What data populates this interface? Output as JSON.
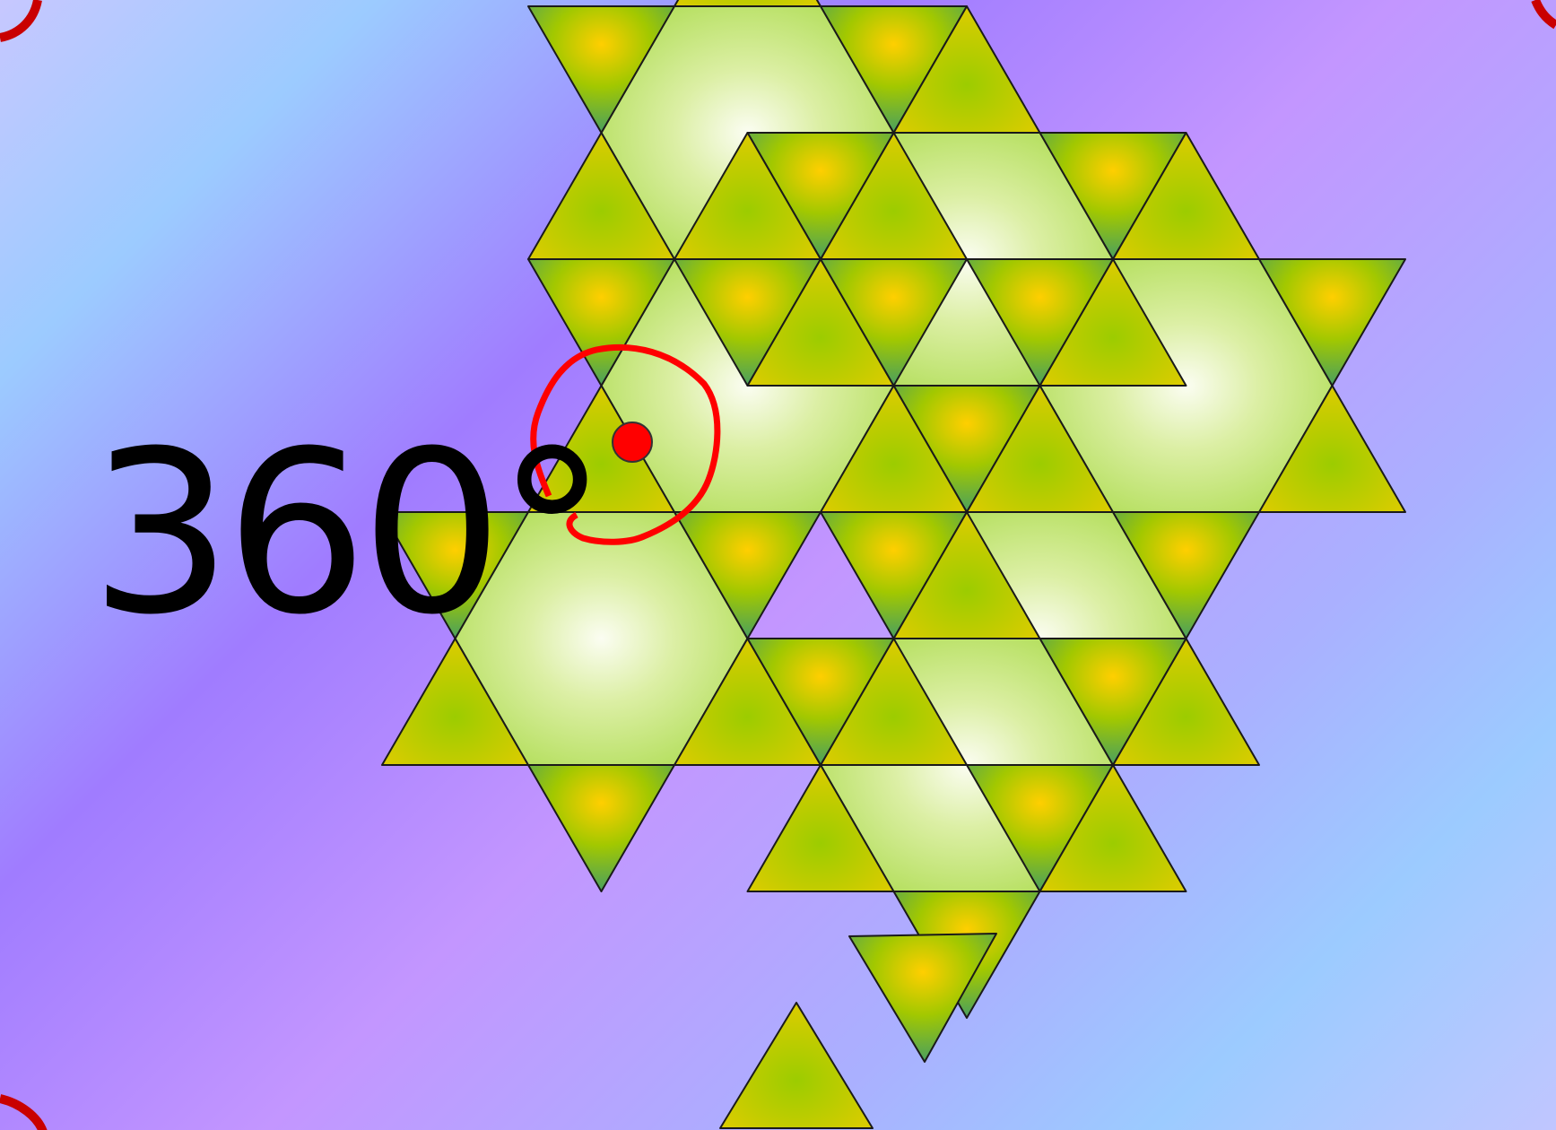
{
  "annotation": {
    "angle_text": "360°"
  },
  "colors": {
    "hexagon_center": "#f7fbe9",
    "hexagon_edge": "#b9e26a",
    "triangle_center_down": "#ffcf00",
    "triangle_mid": "#9fcc00",
    "triangle_corner_teal": "#3f9f6a",
    "triangle_base_yellow": "#e0cc00",
    "marker_red": "#ff0000",
    "corner_arc_red": "#cc0000",
    "outline": "#1a1a1a"
  },
  "shapes": {
    "hexagon_count": 7,
    "loose_triangles": 2
  }
}
